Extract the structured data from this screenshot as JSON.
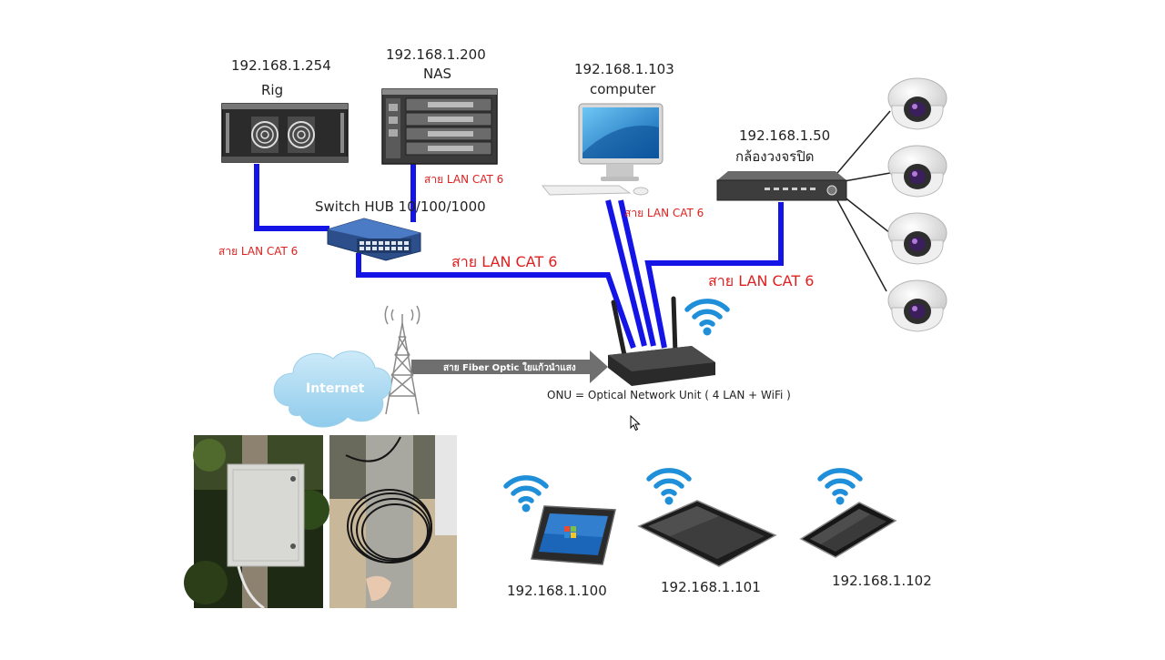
{
  "devices": {
    "rig": {
      "ip": "192.168.1.254",
      "name": "Rig"
    },
    "nas": {
      "ip": "192.168.1.200",
      "name": "NAS"
    },
    "computer": {
      "ip": "192.168.1.103",
      "name": "computer"
    },
    "cctv": {
      "ip": "192.168.1.50",
      "name": "กล้องวงจรปิด"
    },
    "switch": {
      "name": "Switch HUB 10/100/1000"
    },
    "onu": {
      "name": "ONU = Optical Network Unit ( 4 LAN + WiFi )"
    },
    "cloud": {
      "name": "Internet"
    },
    "tablet_small": {
      "ip": "192.168.1.100"
    },
    "tablet_large": {
      "ip": "192.168.1.101"
    },
    "phone": {
      "ip": "192.168.1.102"
    }
  },
  "cables": {
    "rig_switch": "สาย LAN CAT 6",
    "nas_switch": "สาย LAN CAT 6",
    "switch_onu": "สาย LAN CAT 6",
    "computer_onu": "สาย LAN CAT 6",
    "cctv_onu": "สาย LAN CAT 6",
    "fiber": "สาย Fiber Optic ใยแก้วนำแสง"
  },
  "colors": {
    "lan_cable": "#1414e6",
    "label_red": "#e02020",
    "wifi": "#1e8fd8",
    "fiber_arrow": "#6f6f6f",
    "cloud": "#a8d8f0"
  }
}
